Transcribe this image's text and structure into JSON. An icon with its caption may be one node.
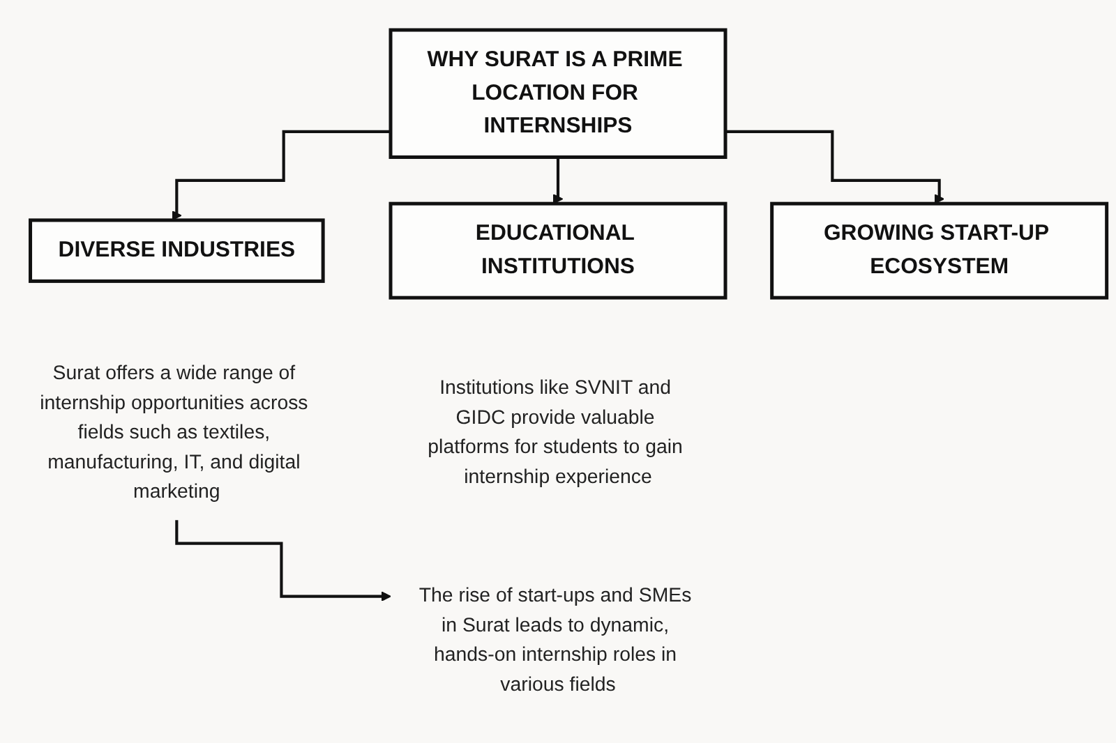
{
  "diagram": {
    "nodes": [
      {
        "text": [
          "WHY SURAT IS A PRIME LOCATION FOR INTERNSHIPS"
        ]
      },
      {
        "text": [
          "DIVERSE INDUSTRIES"
        ]
      },
      {
        "text": [
          "EDUCATIONAL INSTITUTIONS"
        ]
      },
      {
        "text": [
          "GROWING START-UP ECOSYSTEM"
        ]
      },
      {
        "text": [
          "Surat offers a wide range of internship opportunities across fields such as textiles, manufacturing, IT, and digital marketing"
        ]
      },
      {
        "text": [
          "Institutions like SVNIT and GIDC provide valuable platforms for students to gain internship experience"
        ]
      },
      {
        "text": [
          "The rise of start-ups and SMEs in Surat leads to dynamic, hands-on internship roles in various fields"
        ]
      }
    ],
    "edges": [
      {
        "from": 0,
        "to": 1,
        "arrow": "to"
      },
      {
        "from": 0,
        "to": 2,
        "arrow": "to"
      },
      {
        "from": 0,
        "to": 3,
        "arrow": "to"
      },
      {
        "from": 4,
        "to": 6,
        "arrow": "to"
      }
    ]
  }
}
